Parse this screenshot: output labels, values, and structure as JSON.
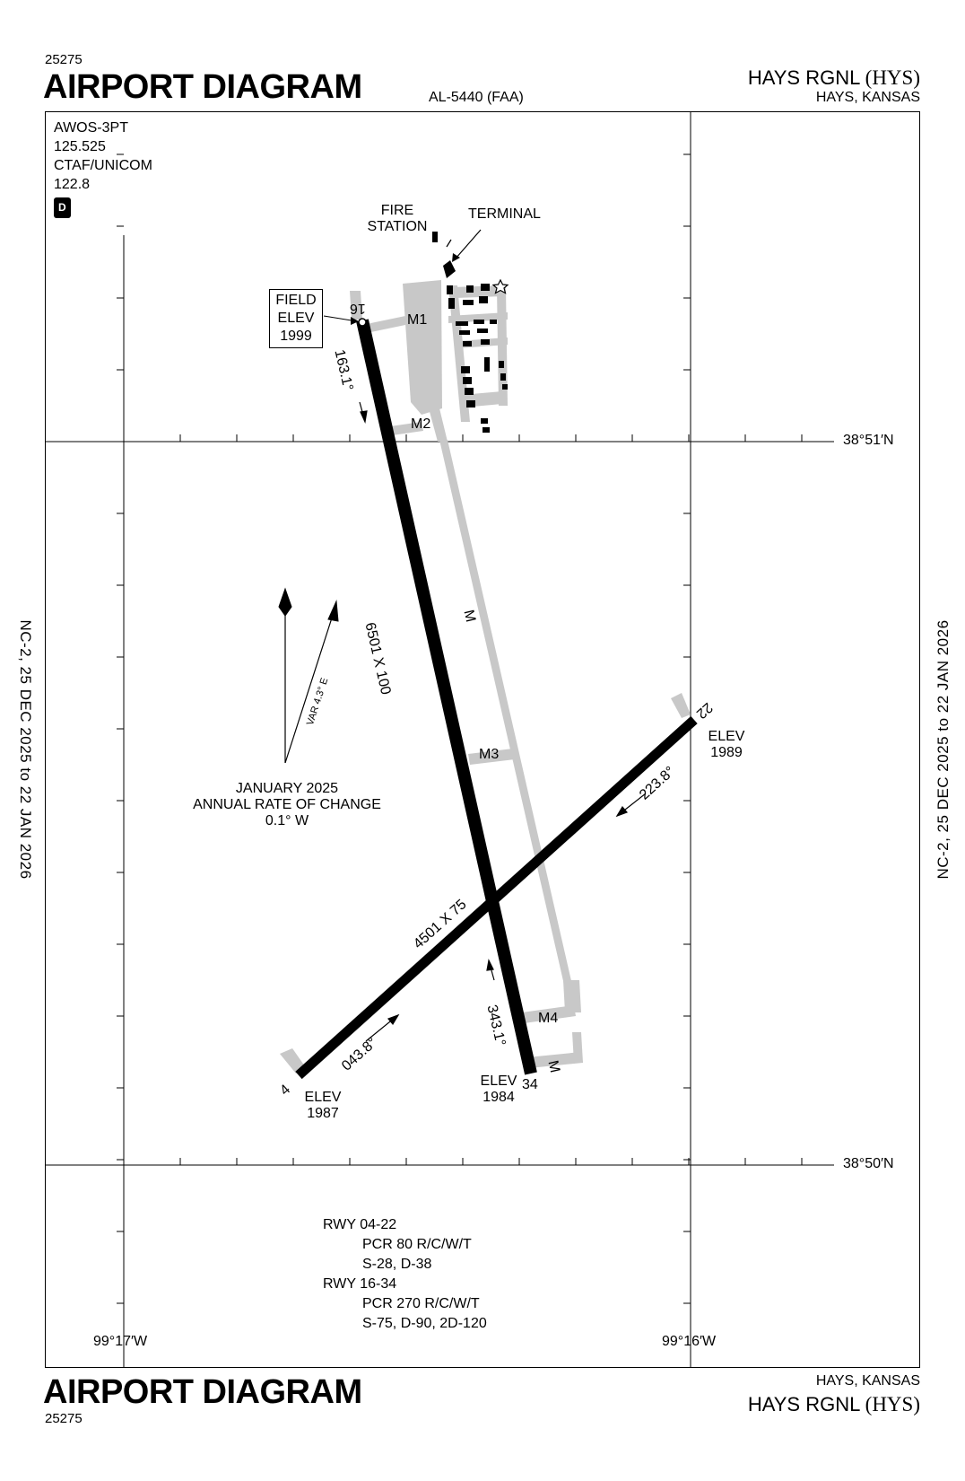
{
  "header": {
    "chart_number": "25275",
    "title": "AIRPORT DIAGRAM",
    "al_number": "AL-5440 (FAA)",
    "airport_name": "HAYS RGNL",
    "airport_id": "(HYS)",
    "city_state": "HAYS, KANSAS"
  },
  "footer": {
    "title": "AIRPORT DIAGRAM",
    "chart_number": "25275",
    "city_state": "HAYS, KANSAS",
    "airport_name": "HAYS RGNL",
    "airport_id": "(HYS)"
  },
  "side_notes": {
    "left": "NC-2,  25 DEC 2025  to  22 JAN 2026",
    "right": "NC-2,  25 DEC 2025  to  22 JAN 2026"
  },
  "frequencies": {
    "awos_label": "AWOS-3PT",
    "awos_freq": "125.525",
    "ctaf_label": "CTAF/UNICOM",
    "ctaf_freq": "122.8",
    "badge": "D"
  },
  "field_elev": {
    "line1": "FIELD",
    "line2": "ELEV",
    "value": "1999"
  },
  "labels": {
    "fire_station_1": "FIRE",
    "fire_station_2": "STATION",
    "terminal": "TERMINAL",
    "lat_north": "38°51′N",
    "lat_south": "38°50′N",
    "lon_west": "99°17′W",
    "lon_east": "99°16′W"
  },
  "runways": {
    "rwy16": "16",
    "rwy34": "34",
    "rwy4": "4",
    "rwy22": "22",
    "dims_16_34": "6501 X 100",
    "dims_4_22": "4501 X 75",
    "hdg_163": "163.1°",
    "hdg_343": "343.1°",
    "hdg_043": "043.8°",
    "hdg_223": "223.8°",
    "elev_34_label": "ELEV",
    "elev_34": "1984",
    "elev_4_label": "ELEV",
    "elev_4": "1987",
    "elev_22_label": "ELEV",
    "elev_22": "1989"
  },
  "taxiways": {
    "m": "M",
    "m1": "M1",
    "m2": "M2",
    "m3": "M3",
    "m4": "M4"
  },
  "magvar": {
    "var_label": "VAR 4.3° E",
    "date_line": "JANUARY 2025",
    "rate_line": "ANNUAL RATE OF CHANGE",
    "rate_value": "0.1° W"
  },
  "pcr": {
    "rwy_a": "RWY 04-22",
    "rwy_a_pcr": "PCR 80 R/C/W/T",
    "rwy_a_gear": "S-28, D-38",
    "rwy_b": "RWY 16-34",
    "rwy_b_pcr": "PCR 270 R/C/W/T",
    "rwy_b_gear": "S-75, D-90, 2D-120"
  }
}
